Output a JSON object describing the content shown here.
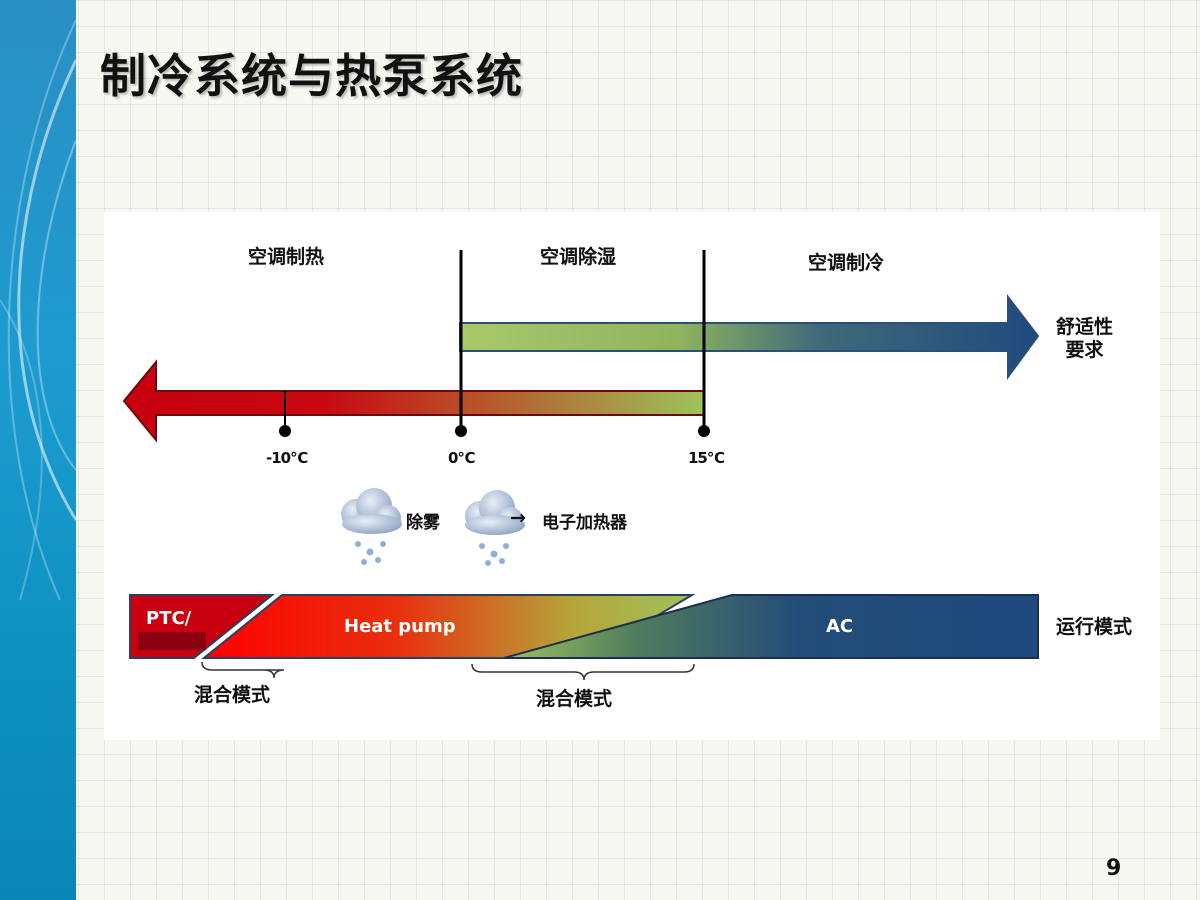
{
  "slide": {
    "title": "制冷系统与热泵系统",
    "page_number": "9"
  },
  "diagram": {
    "zones": {
      "heating": "空调制热",
      "dehumidify": "空调除湿",
      "cooling": "空调制冷"
    },
    "comfort_label_line1": "舒适性",
    "comfort_label_line2": "要求",
    "temperatures": {
      "minus10": "-10℃",
      "zero": "0℃",
      "fifteen": "15℃"
    },
    "defog_label": "除雾",
    "arrow_glyph": "→",
    "electric_heater_label": "电子加热器",
    "bars": {
      "ptc": "PTC/",
      "heat_pump": "Heat pump",
      "ac": "AC"
    },
    "operation_mode_label": "运行模式",
    "mixed_mode_left": "混合模式",
    "mixed_mode_right": "混合模式"
  },
  "colors": {
    "heat_red": "#d0021b",
    "transition_green": "#9bbf5a",
    "cool_blue": "#1f4a7e"
  }
}
